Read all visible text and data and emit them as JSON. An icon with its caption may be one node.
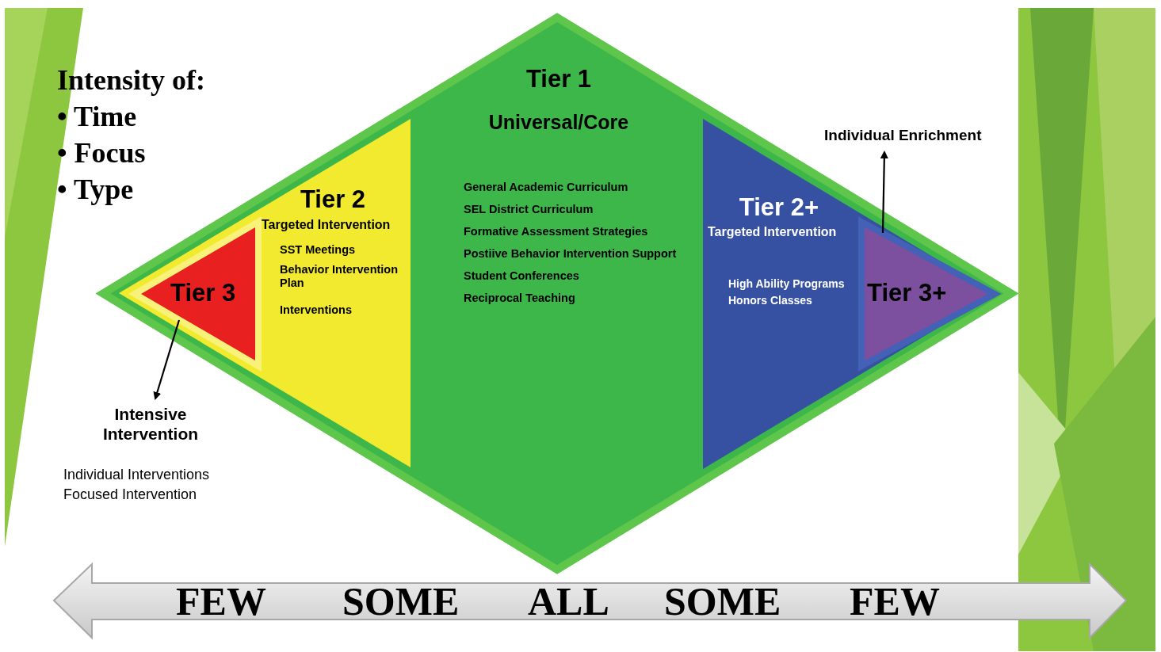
{
  "diagram": {
    "nodes": [
      {
        "text": [
          "Tier 1",
          "Universal/Core",
          "General Academic Curriculum",
          "SEL District Curriculum",
          "Formative Assessment Strategies",
          "Postiive Behavior Intervention Support",
          "Student Conferences",
          "Reciprocal Teaching"
        ]
      },
      {
        "text": [
          "Tier 2",
          "Targeted Intervention",
          "SST Meetings",
          "Behavior Intervention Plan",
          "Interventions"
        ],
        "in": 0
      },
      {
        "text": [
          "Tier 3"
        ],
        "in": 1
      },
      {
        "text": [
          "Tier 2+",
          "Targeted Intervention",
          "High Ability Programs",
          "Honors Classes"
        ],
        "in": 0
      },
      {
        "text": [
          "Tier 3+"
        ],
        "in": 3
      },
      {
        "text": [
          "Intensive Intervention"
        ]
      },
      {
        "text": [
          "Individual Enrichment"
        ]
      }
    ],
    "edges": [
      {
        "from": 2,
        "to": 5,
        "arrow": "to"
      },
      {
        "from": 4,
        "to": 6,
        "arrow": "to"
      }
    ],
    "labels": [
      "Intensity of:",
      "• Time",
      "• Focus",
      "• Type",
      "Individual Interventions",
      "Focused Intervention",
      "FEW",
      "SOME",
      "ALL",
      "SOME",
      "FEW"
    ]
  }
}
